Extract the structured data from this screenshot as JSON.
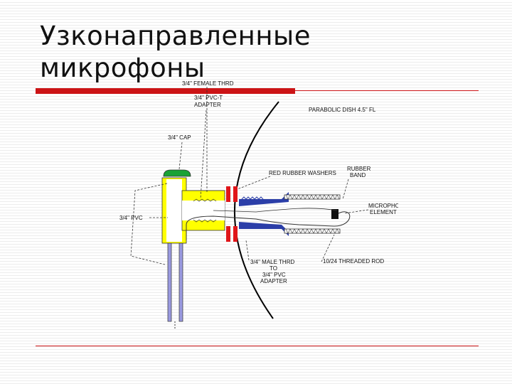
{
  "slide": {
    "title_line1": "Узконаправленные",
    "title_line2": "микрофоны"
  },
  "diagram": {
    "labels": {
      "female_thread": "3/4\" FEMALE THRD",
      "pvc_adapter_1": "3/4\" PVC-T",
      "pvc_adapter_2": "ADAPTER",
      "parabolic": "PARABOLIC DISH 4.5\" FL",
      "cap": "3/4\" CAP",
      "rubber_washers": "RED RUBBER WASHERS",
      "rubber_band_1": "RUBBER",
      "rubber_band_2": "BAND",
      "mic_element_1": "MICROPHONE",
      "mic_element_2": "ELEMENT",
      "pvc_t": "3/4\" PVC",
      "male_thread_1": "3/4\" MALE THRD",
      "male_thread_2": "TO",
      "male_thread_3": "3/4\" PVC",
      "male_thread_4": "ADAPTER",
      "threaded_rod": "10/24 THREADED ROD"
    },
    "colors": {
      "green": "#1aa235",
      "yellow": "#ffff00",
      "red": "#e0161a",
      "blue": "#2b3ea8",
      "lavender": "#9a9ae0"
    }
  }
}
